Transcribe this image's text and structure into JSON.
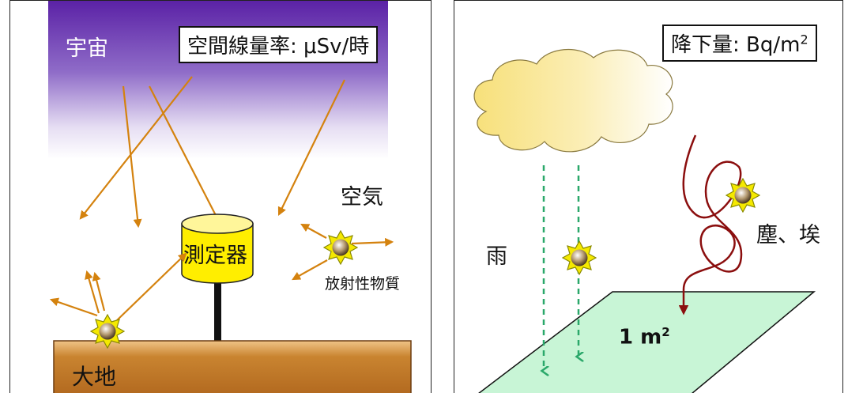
{
  "left_panel": {
    "unit_label": "空間線量率: μSv/時",
    "space_label": "宇宙",
    "air_label": "空気",
    "detector_label": "測定器",
    "substance_label": "放射性物質",
    "ground_label": "大地"
  },
  "right_panel": {
    "unit_label_main": "降下量: Bq/m",
    "unit_label_sup": "2",
    "rain_label": "雨",
    "dust_label": "塵、埃",
    "area_label_main": "1 m",
    "area_label_sup": "2"
  },
  "colors": {
    "space_purple": "#6b2fb0",
    "arrow_orange": "#d4820e",
    "detector_yellow": "#ffee00",
    "ground_brown": "#c27a2c",
    "rain_green": "#2aa86a",
    "plate_green": "#c8f5d6",
    "dust_red": "#8b0e0e"
  }
}
